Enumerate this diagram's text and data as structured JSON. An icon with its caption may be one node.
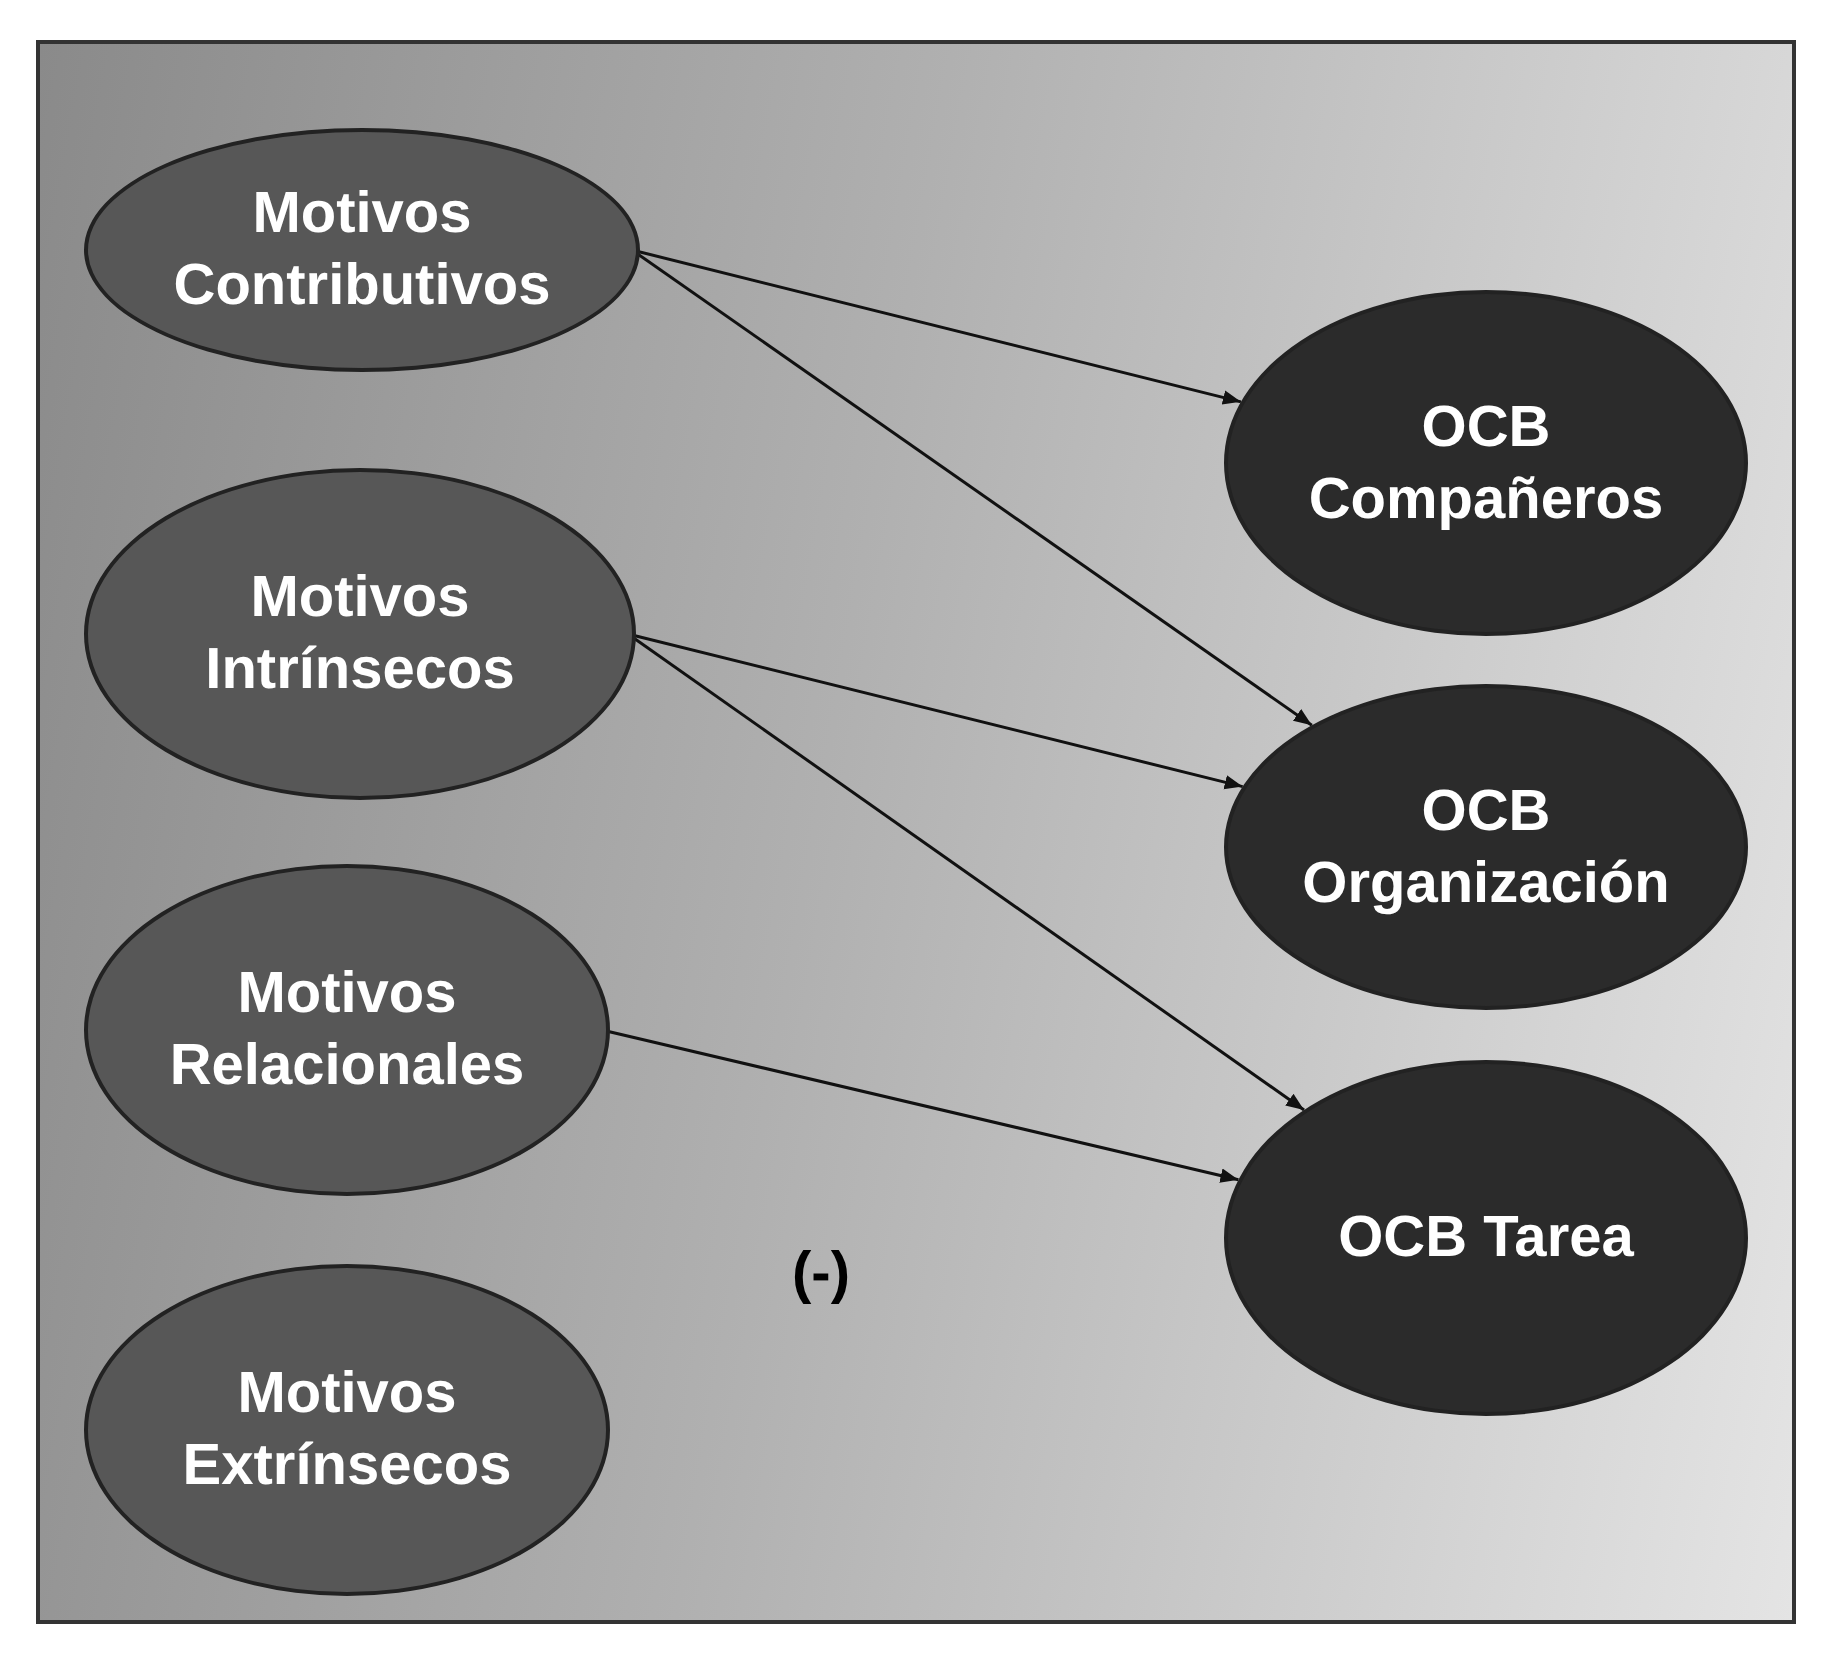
{
  "diagram": {
    "nodes": [
      {
        "text": [
          "Motivos Contributivos"
        ]
      },
      {
        "text": [
          "Motivos Intrínsecos"
        ]
      },
      {
        "text": [
          "Motivos Relacionales"
        ]
      },
      {
        "text": [
          "Motivos Extrínsecos"
        ]
      },
      {
        "text": [
          "OCB Compañeros"
        ]
      },
      {
        "text": [
          "OCB Organización"
        ]
      },
      {
        "text": [
          "OCB Tarea"
        ]
      }
    ],
    "edges": [
      {
        "from": 0,
        "to": 4,
        "arrow": "to"
      },
      {
        "from": 0,
        "to": 5,
        "arrow": "to"
      },
      {
        "from": 1,
        "to": 5,
        "arrow": "to"
      },
      {
        "from": 1,
        "to": 6,
        "arrow": "to"
      },
      {
        "from": 2,
        "to": 6,
        "arrow": "to",
        "label": "(-)"
      }
    ]
  }
}
